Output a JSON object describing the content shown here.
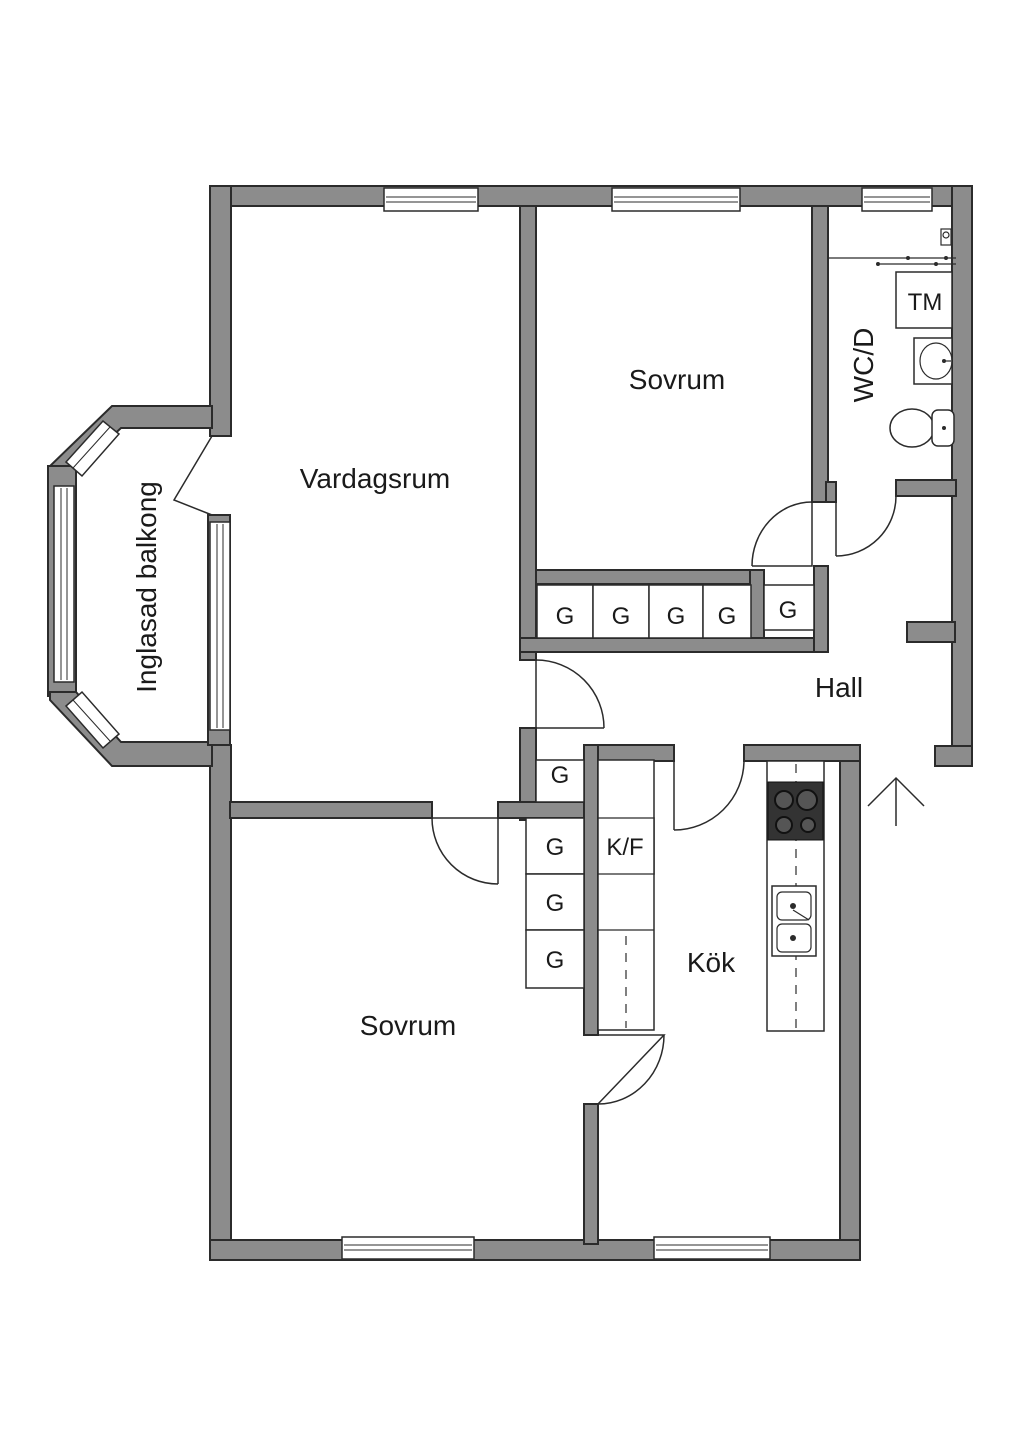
{
  "rooms": {
    "sovrum_top": "Sovrum",
    "wc": "WC/D",
    "tm": "TM",
    "vardagsrum": "Vardagsrum",
    "balcony": "Inglasad balkong",
    "hall": "Hall",
    "sovrum_bottom": "Sovrum",
    "kok": "Kök",
    "kf": "K/F"
  },
  "closets": {
    "g1": "G",
    "g2": "G",
    "g3": "G",
    "g4": "G",
    "g5": "G",
    "g6": "G",
    "g7": "G",
    "g8": "G",
    "g9": "G"
  },
  "icons": {
    "entrance": "entrance-arrow-icon",
    "stove": "stove-icon",
    "sink": "kitchen-sink-icon",
    "toilet": "toilet-icon",
    "washbasin": "washbasin-icon"
  },
  "colors": {
    "wall": "#8c8c8c",
    "line": "#2b2b2b",
    "background": "#ffffff"
  }
}
